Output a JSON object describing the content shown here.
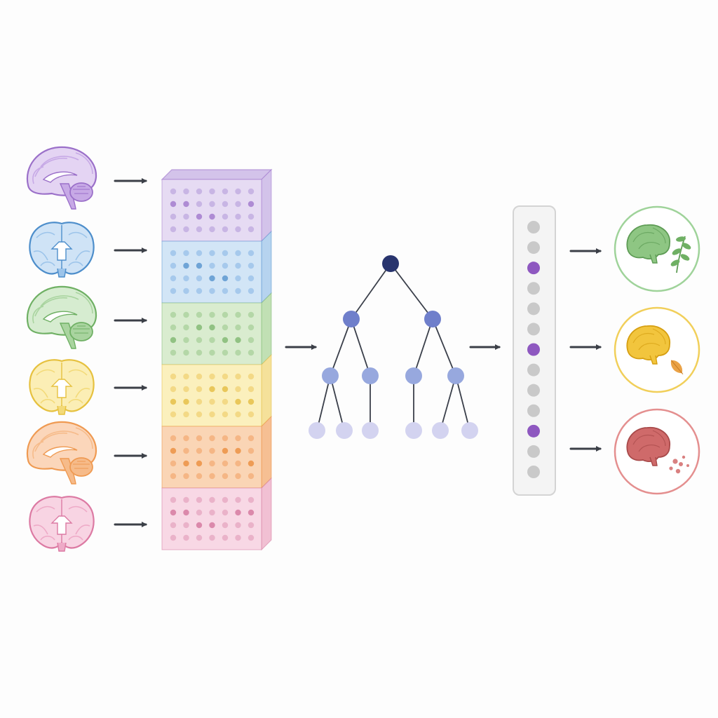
{
  "brains": [
    {
      "view": "sagittal",
      "fill": "#e4d4f3",
      "stroke": "#9b70c9",
      "detail": "#c7a9e6"
    },
    {
      "view": "coronal",
      "fill": "#cfe3f6",
      "stroke": "#4d8ecb",
      "detail": "#9cc4ea"
    },
    {
      "view": "sagittal",
      "fill": "#d6ecd0",
      "stroke": "#6fb064",
      "detail": "#a9d49f"
    },
    {
      "view": "coronal",
      "fill": "#fbeeb5",
      "stroke": "#e6c13f",
      "detail": "#f3da79"
    },
    {
      "view": "sagittal",
      "fill": "#fbd6ba",
      "stroke": "#ef9a52",
      "detail": "#f6bb8a"
    },
    {
      "view": "coronal",
      "fill": "#f8d4e3",
      "stroke": "#dc7aa3",
      "detail": "#eeaac7"
    }
  ],
  "stack_layers": [
    {
      "face": "#e6dbf3",
      "side": "#d3c3ea",
      "dot": "#c2aee0",
      "accent": "#9b70c9"
    },
    {
      "face": "#d2e5f6",
      "side": "#b6d3ef",
      "dot": "#9fc4ea",
      "accent": "#4d8ecb"
    },
    {
      "face": "#d9eccf",
      "side": "#c1e0b4",
      "dot": "#add4a0",
      "accent": "#78b469"
    },
    {
      "face": "#fbf0bd",
      "side": "#f5e19a",
      "dot": "#f1d57c",
      "accent": "#e3b93a"
    },
    {
      "face": "#fad5b5",
      "side": "#f6bf93",
      "dot": "#f3b07c",
      "accent": "#e98836"
    },
    {
      "face": "#f8d8e5",
      "side": "#f1c0d3",
      "dot": "#e8acc4",
      "accent": "#d26f97"
    }
  ],
  "tree": {
    "root_color": "#28346e",
    "level1_color": "#6f7fcb",
    "level2_color": "#97a8de",
    "leaf_color": "#d3d3f0",
    "edge_color": "#3a3f4a"
  },
  "feature_vector": {
    "count": 13,
    "selected": [
      2,
      6,
      10
    ],
    "inactive_color": "#c9c9c9",
    "selected_color": "#8e58c0"
  },
  "outcomes": [
    {
      "state": "healthy",
      "ring": "#9fd39a",
      "brain_fill": "#8ec683",
      "brain_stroke": "#5e9c55",
      "symbol": "leaf-sprig"
    },
    {
      "state": "warning",
      "ring": "#f1cf5a",
      "brain_fill": "#f2c53d",
      "brain_stroke": "#d69f12",
      "symbol": "autumn-leaf",
      "symbol_color": "#eaa246"
    },
    {
      "state": "diseased",
      "ring": "#e48f8f",
      "brain_fill": "#cf6a6a",
      "brain_stroke": "#a84a4a",
      "symbol": "debris",
      "symbol_color": "#d98080"
    }
  ],
  "arrow_color": "#3b3f47"
}
